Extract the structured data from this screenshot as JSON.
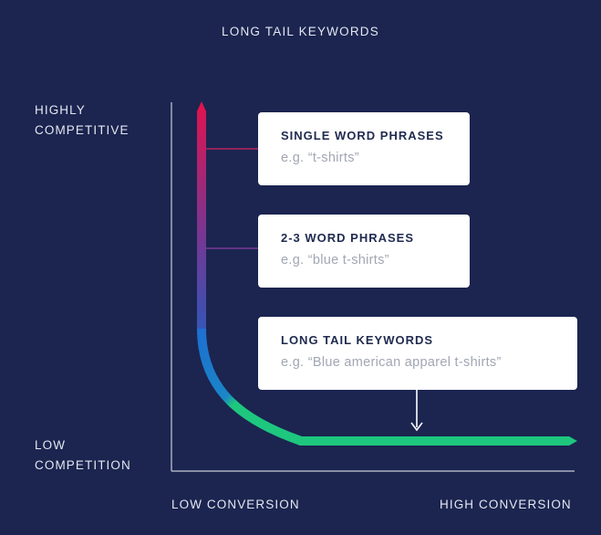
{
  "title": "LONG TAIL KEYWORDS",
  "y_axis": {
    "top_label": "HIGHLY\nCOMPETITIVE",
    "bottom_label": "LOW\nCOMPETITION"
  },
  "x_axis": {
    "left_label": "LOW CONVERSION",
    "right_label": "HIGH CONVERSION"
  },
  "cards": [
    {
      "heading": "SINGLE WORD PHRASES",
      "example": "e.g. “t-shirts”"
    },
    {
      "heading": "2-3 WORD PHRASES",
      "example": "e.g. “blue t-shirts”"
    },
    {
      "heading": "LONG TAIL KEYWORDS",
      "example": "e.g. “Blue american apparel t-shirts”"
    }
  ],
  "colors": {
    "background": "#1b2550",
    "curve_top": "#e0134f",
    "curve_mid": "#4a3f9c",
    "curve_blue": "#1e6fd0",
    "curve_green": "#1ec77e",
    "axis": "#c8ccda",
    "card": "#ffffff"
  }
}
